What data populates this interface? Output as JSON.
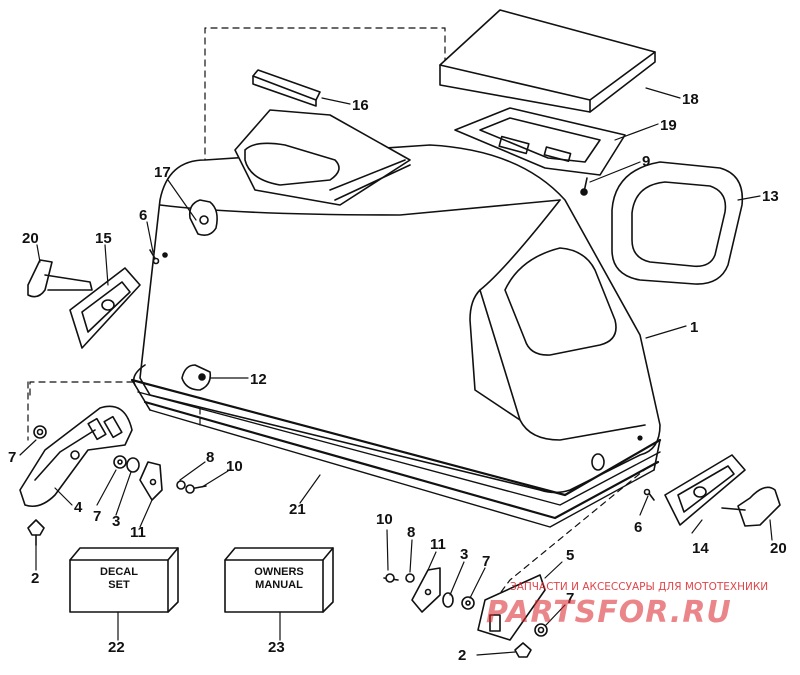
{
  "diagram": {
    "callouts": {
      "c1": "1",
      "c2a": "2",
      "c2b": "2",
      "c3a": "3",
      "c3b": "3",
      "c4": "4",
      "c5": "5",
      "c6a": "6",
      "c6b": "6",
      "c7a": "7",
      "c7b": "7",
      "c7c": "7",
      "c7d": "7",
      "c8a": "8",
      "c8b": "8",
      "c9": "9",
      "c10a": "10",
      "c10b": "10",
      "c11a": "11",
      "c11b": "11",
      "c12": "12",
      "c13": "13",
      "c14": "14",
      "c15": "15",
      "c16": "16",
      "c17": "17",
      "c18": "18",
      "c19": "19",
      "c20a": "20",
      "c20b": "20",
      "c21": "21",
      "c22": "22",
      "c23": "23"
    },
    "decal_box": {
      "line1": "DECAL",
      "line2": "SET"
    },
    "manual_box": {
      "line1": "OWNERS",
      "line2": "MANUAL"
    }
  },
  "watermark": {
    "caption": "ЗАПЧАСТИ И АКСЕССУАРЫ ДЛЯ МОТОТЕХНИКИ",
    "logo_text": "PARTSFOR.RU"
  },
  "colors": {
    "line": "#111111",
    "watermark": "#d9252a",
    "paper": "#ffffff"
  }
}
